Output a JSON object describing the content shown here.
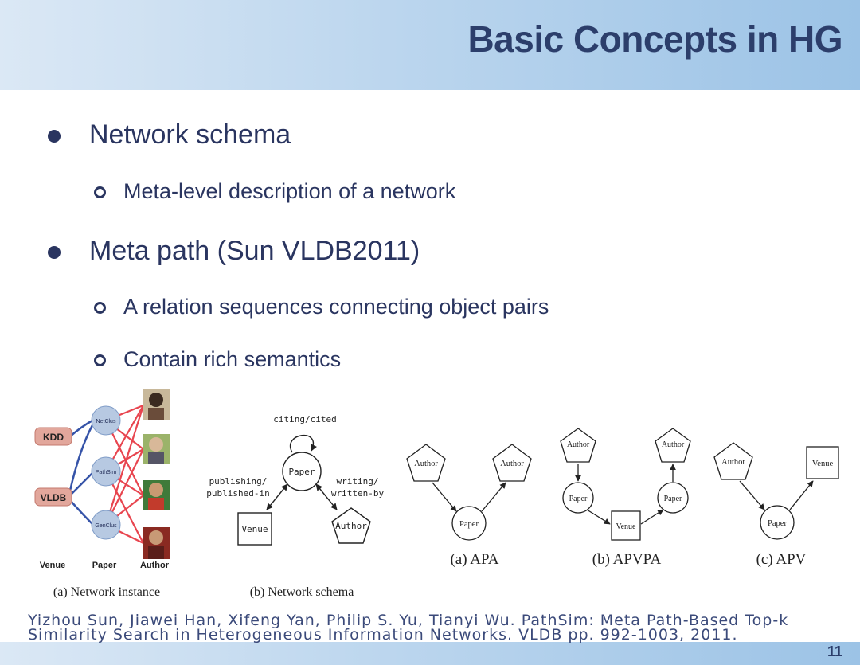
{
  "slide": {
    "title": "Basic Concepts in HG",
    "page_number": "11",
    "bullets": [
      {
        "text": "Network schema",
        "subs": [
          {
            "text": "Meta-level description of a network"
          }
        ]
      },
      {
        "text": "Meta path (Sun VLDB2011)",
        "subs": [
          {
            "text": "A relation sequences connecting object pairs"
          },
          {
            "text": "Contain rich semantics"
          }
        ]
      }
    ],
    "citation": {
      "line1": "Yizhou Sun, Jiawei Han, Xifeng Yan, Philip S. Yu, Tianyi Wu. PathSim: Meta Path-Based Top-k",
      "line2": "Similarity Search in Heterogeneous Information Networks. VLDB pp. 992-1003, 2011."
    }
  },
  "figure_a": {
    "caption": "(a) Network instance",
    "venues": [
      "KDD",
      "VLDB"
    ],
    "papers": [
      "NetClus",
      "PathSim",
      "GenClus"
    ],
    "column_labels": [
      "Venue",
      "Paper",
      "Author"
    ],
    "colors": {
      "venue_fill": "#e2a79c",
      "paper_fill": "#b7c9e2",
      "red_edge": "#e8454f",
      "blue_edge": "#3553a8"
    }
  },
  "figure_b": {
    "caption": "(b) Network schema",
    "center_node": "Paper",
    "self_loop_label": "citing/cited",
    "left_edge_label_1": "publishing/",
    "left_edge_label_2": "published-in",
    "right_edge_label_1": "writing/",
    "right_edge_label_2": "written-by",
    "venue_node": "Venue",
    "author_node": "Author"
  },
  "meta_paths": {
    "apa": {
      "caption": "(a) APA",
      "author1": "Author",
      "author2": "Author",
      "paper": "Paper"
    },
    "apvpa": {
      "caption": "(b) APVPA",
      "author1": "Author",
      "author2": "Author",
      "paper1": "Paper",
      "paper2": "Paper",
      "venue": "Venue"
    },
    "apv": {
      "caption": "(c) APV",
      "author": "Author",
      "venue": "Venue",
      "paper": "Paper"
    }
  }
}
